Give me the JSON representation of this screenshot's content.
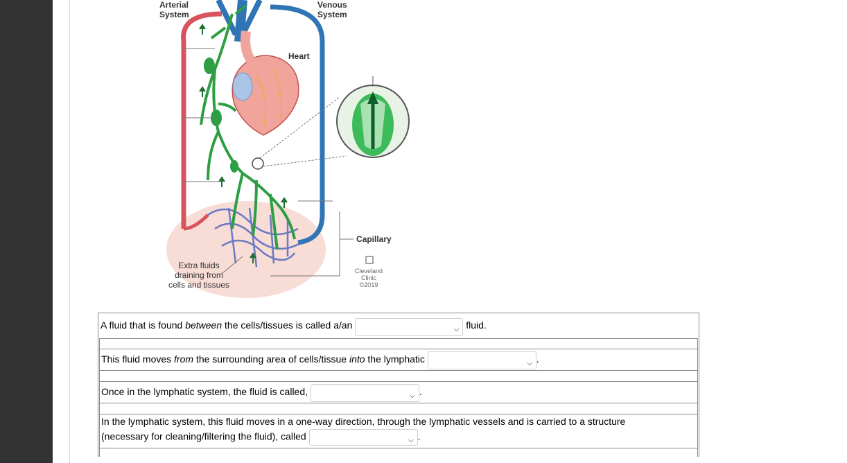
{
  "diagram": {
    "labels": {
      "arterial_line1": "Arterial",
      "arterial_line2": "System",
      "venous_line1": "Venous",
      "venous_line2": "System",
      "heart": "Heart",
      "capillary": "Capillary",
      "extra_line1": "Extra fluids",
      "extra_line2": "draining from",
      "extra_line3": "cells and tissues",
      "credit_line1": "Cleveland",
      "credit_line2": "Clinic",
      "credit_line3": "©2019"
    },
    "colors": {
      "artery": "#d9535f",
      "vein": "#2f74b5",
      "lymph": "#2e9e44",
      "heart": "#f0a49b",
      "tissue": "#f6d3cc"
    }
  },
  "questions": [
    {
      "pre": "A fluid that is found ",
      "em": "between",
      "post": " the cells/tissues is called a/an",
      "after": "fluid.",
      "select_value": ""
    },
    {
      "pre": "This fluid moves ",
      "em": "from",
      "mid": " the surrounding area of cells/tissue ",
      "em2": "into",
      "post": " the lymphatic",
      "after": ".",
      "select_value": ""
    },
    {
      "pre": "Once in the lymphatic system, the fluid is called,",
      "after": ".",
      "select_value": ""
    },
    {
      "line1": "In the lymphatic system, this fluid moves in a one-way direction, through the lymphatic vessels and is carried to a structure",
      "line2": "(necessary for cleaning/filtering the fluid), called",
      "after": ".",
      "select_value": ""
    }
  ]
}
